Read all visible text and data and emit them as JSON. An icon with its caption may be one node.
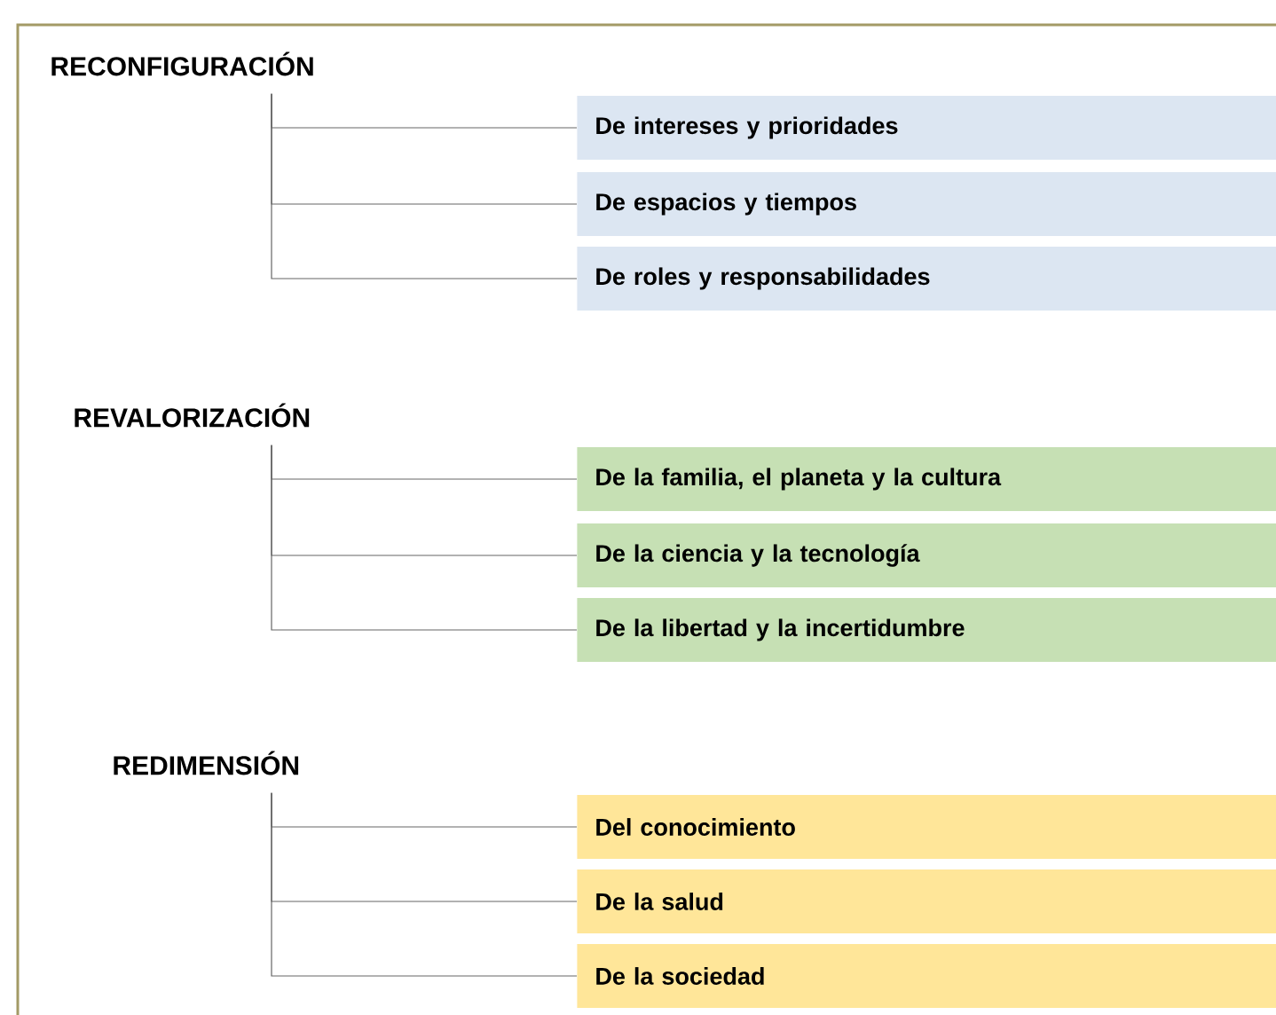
{
  "diagram": {
    "nodes": [
      {
        "text": [
          "RECONFIGURACIÓN"
        ]
      },
      {
        "text": [
          "De intereses y prioridades"
        ]
      },
      {
        "text": [
          "De espacios y tiempos"
        ]
      },
      {
        "text": [
          "De roles y responsabilidades"
        ]
      },
      {
        "text": [
          "REVALORIZACIÓN"
        ]
      },
      {
        "text": [
          "De la familia, el planeta y la cultura"
        ]
      },
      {
        "text": [
          "De la ciencia y la tecnología"
        ]
      },
      {
        "text": [
          "De la libertad y la incertidumbre"
        ]
      },
      {
        "text": [
          "REDIMENSIÓN"
        ]
      },
      {
        "text": [
          "Del conocimiento"
        ]
      },
      {
        "text": [
          "De la salud"
        ]
      },
      {
        "text": [
          "De la sociedad"
        ]
      }
    ],
    "edges": [
      {
        "from": 0,
        "to": 1,
        "arrow": "none"
      },
      {
        "from": 0,
        "to": 2,
        "arrow": "none"
      },
      {
        "from": 0,
        "to": 3,
        "arrow": "none"
      },
      {
        "from": 4,
        "to": 5,
        "arrow": "none"
      },
      {
        "from": 4,
        "to": 6,
        "arrow": "none"
      },
      {
        "from": 4,
        "to": 7,
        "arrow": "none"
      },
      {
        "from": 8,
        "to": 9,
        "arrow": "none"
      },
      {
        "from": 8,
        "to": 10,
        "arrow": "none"
      },
      {
        "from": 8,
        "to": 11,
        "arrow": "none"
      }
    ]
  }
}
